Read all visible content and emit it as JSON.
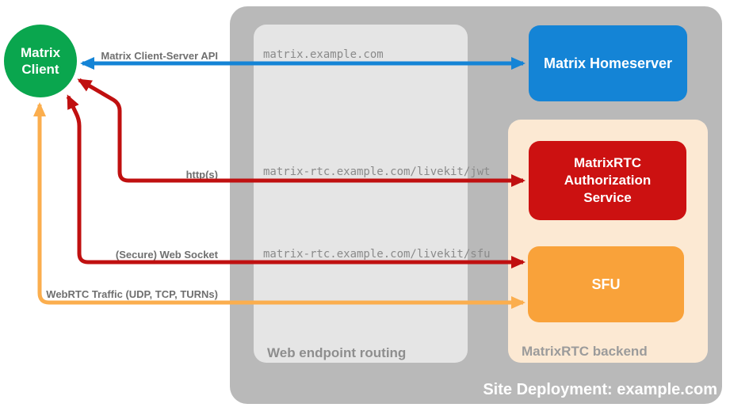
{
  "page": {
    "title": "Site Deployment: example.com"
  },
  "nodes": {
    "client": {
      "label": "Matrix Client"
    },
    "homeserver": {
      "label": "Matrix Homeserver"
    },
    "auth": {
      "label": "MatrixRTC Authorization Service"
    },
    "sfu": {
      "label": "SFU"
    }
  },
  "panels": {
    "routing": {
      "label": "Web endpoint routing"
    },
    "backend": {
      "label": "MatrixRTC backend"
    }
  },
  "connections": [
    {
      "id": "client-server-api",
      "label": "Matrix Client-Server API",
      "endpoint": "matrix.example.com",
      "from": "Matrix Client",
      "to": "Matrix Homeserver",
      "color": "#1484d6"
    },
    {
      "id": "https",
      "label": "http(s)",
      "endpoint": "matrix-rtc.example.com/livekit/jwt",
      "from": "Matrix Client",
      "to": "MatrixRTC Authorization Service",
      "color": "#c01010"
    },
    {
      "id": "secure-web-socket",
      "label": "(Secure) Web Socket",
      "endpoint": "matrix-rtc.example.com/livekit/sfu",
      "from": "Matrix Client",
      "to": "SFU",
      "color": "#c01010"
    },
    {
      "id": "webrtc-traffic",
      "label": "WebRTC Traffic (UDP, TCP, TURNs)",
      "from": "Matrix Client",
      "to": "SFU",
      "color": "#fbae4e"
    }
  ],
  "colors": {
    "client_green": "#0aa64e",
    "homeserver_blue": "#1484d6",
    "auth_red": "#cc1111",
    "sfu_orange": "#f9a23a",
    "backend_peach": "#fce9d3",
    "container_gray": "#b9b9b9",
    "routing_gray": "#e5e5e5",
    "label_gray": "#8e8e8e"
  }
}
